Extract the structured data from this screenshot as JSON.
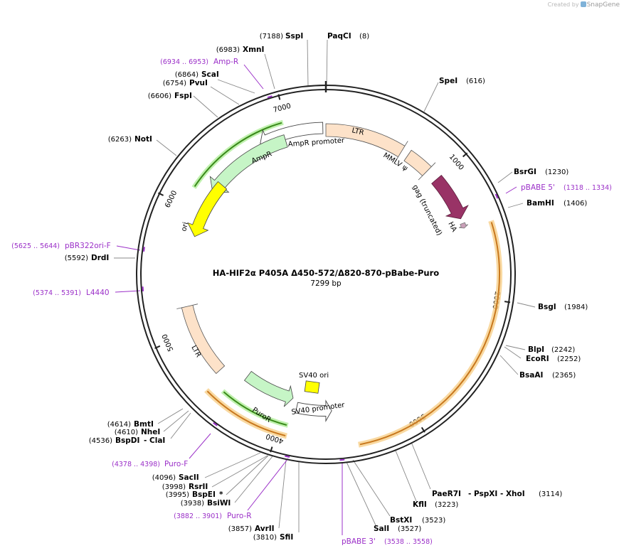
{
  "credit": {
    "prefix": "Created by",
    "brand": "SnapGene"
  },
  "plasmid": {
    "title": "HA-HIF2α P405A Δ450-572/Δ820-870-pBabe-Puro",
    "length": "7299 bp"
  },
  "ticks": [
    "1000",
    "2000",
    "3000",
    "4000",
    "5000",
    "6000",
    "7000"
  ],
  "features": {
    "ltr_top": "LTR",
    "mmlv": "MMLV ψ",
    "gag": "gag (truncated)",
    "ha": "HA",
    "ampr_promoter": "AmpR promoter",
    "ampr": "AmpR",
    "ori": "ori",
    "ltr_bottom": "LTR",
    "sv40_ori": "SV40 ori",
    "sv40_promoter": "SV40 promoter",
    "puror": "PuroR"
  },
  "sites": [
    {
      "num": "(7188)",
      "name": "SspI"
    },
    {
      "num": "(8)",
      "name": "PaqCI"
    },
    {
      "num": "(6983)",
      "name": "XmnI"
    },
    {
      "num": "(6864)",
      "name": "ScaI"
    },
    {
      "num": "(6754)",
      "name": "PvuI"
    },
    {
      "num": "(6606)",
      "name": "FspI"
    },
    {
      "num": "(6263)",
      "name": "NotI"
    },
    {
      "num": "(616)",
      "name": "SpeI"
    },
    {
      "num": "(1230)",
      "name": "BsrGI"
    },
    {
      "num": "(1406)",
      "name": "BamHI"
    },
    {
      "num": "(5592)",
      "name": "DrdI"
    },
    {
      "num": "(1984)",
      "name": "BsgI"
    },
    {
      "num": "(2242)",
      "name": "BlpI"
    },
    {
      "num": "(2252)",
      "name": "EcoRI"
    },
    {
      "num": "(2365)",
      "name": "BsaAI"
    },
    {
      "num": "(4614)",
      "name": "BmtI"
    },
    {
      "num": "(4610)",
      "name": "NheI"
    },
    {
      "num": "(4536)",
      "name": "BspDI",
      "extra": "- ClaI"
    },
    {
      "num": "(4096)",
      "name": "SacII"
    },
    {
      "num": "(3998)",
      "name": "RsrII"
    },
    {
      "num": "(3995)",
      "name": "BspEI",
      "extra": "*"
    },
    {
      "num": "(3938)",
      "name": "BsiWI"
    },
    {
      "num": "(3857)",
      "name": "AvrII"
    },
    {
      "num": "(3810)",
      "name": "SfiI"
    },
    {
      "num": "(3114)",
      "name": "PaeR7I",
      "extra": "- PspXI  - XhoI"
    },
    {
      "num": "(3223)",
      "name": "KflI"
    },
    {
      "num": "(3523)",
      "name": "BstXI"
    },
    {
      "num": "(3527)",
      "name": "SalI"
    }
  ],
  "primers": [
    {
      "range": "(6934 .. 6953)",
      "name": "Amp-R"
    },
    {
      "range": "(1318 .. 1334)",
      "name": "pBABE 5'"
    },
    {
      "range": "(5625 .. 5644)",
      "name": "pBR322ori-F"
    },
    {
      "range": "(5374 .. 5391)",
      "name": "L4440"
    },
    {
      "range": "(4378 .. 4398)",
      "name": "Puro-F"
    },
    {
      "range": "(3882 .. 3901)",
      "name": "Puro-R"
    },
    {
      "range": "(3538 .. 3558)",
      "name": "pBABE 3'"
    }
  ],
  "colors": {
    "backbone": "#222222",
    "ltr": "#fde2c9",
    "gag": "#993366",
    "ha": "#c9a0b8",
    "ampr": "#c6f5c6",
    "ori": "#ffff00",
    "orf_green": "#3a8a1a",
    "orf_orange": "#c8781e",
    "primer": "#9b30c8"
  }
}
